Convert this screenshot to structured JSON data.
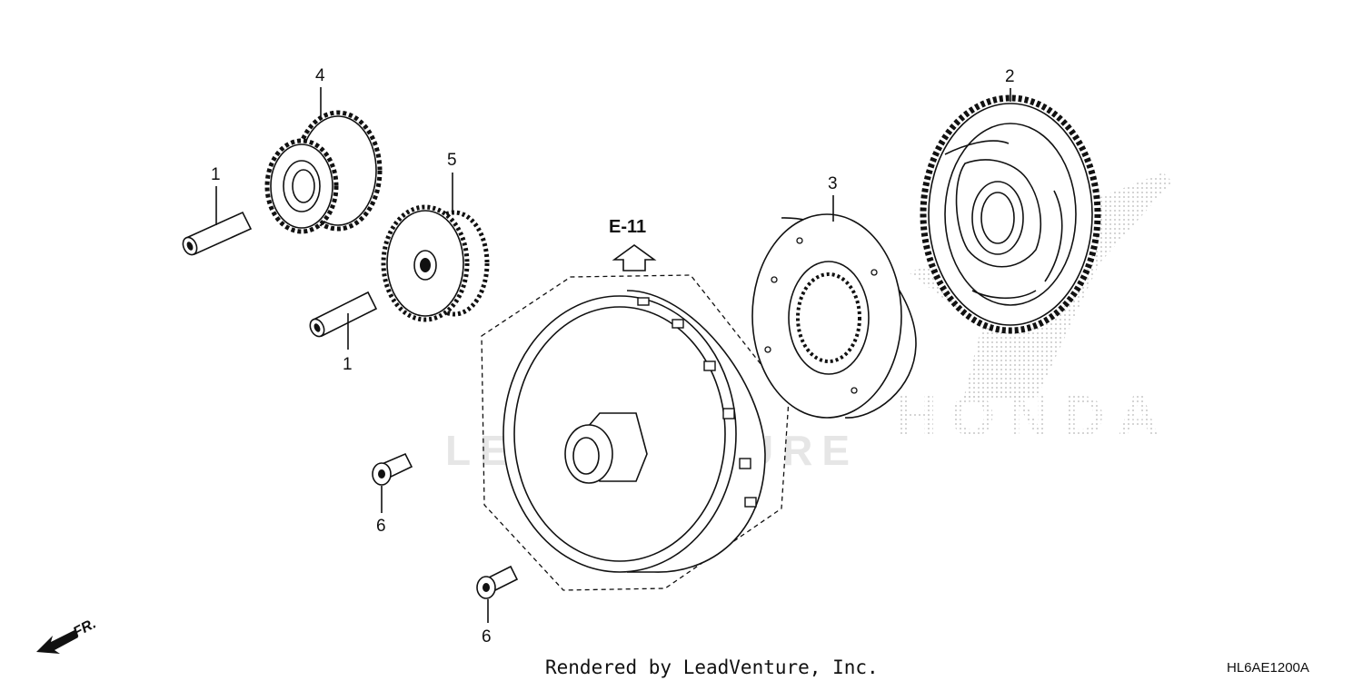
{
  "labels": {
    "pin_a": "1",
    "pin_b": "1",
    "gear_driven": "2",
    "clutch": "3",
    "idle_gear": "4",
    "reduction_gear": "5",
    "bolt_a": "6",
    "bolt_b": "6"
  },
  "reference": "E-11",
  "footer": "Rendered by LeadVenture, Inc.",
  "diagram_code": "HL6AE1200A",
  "front_marker": "FR.",
  "watermark_brand": "HONDA",
  "watermark_dealer": "LEADVENTURE"
}
